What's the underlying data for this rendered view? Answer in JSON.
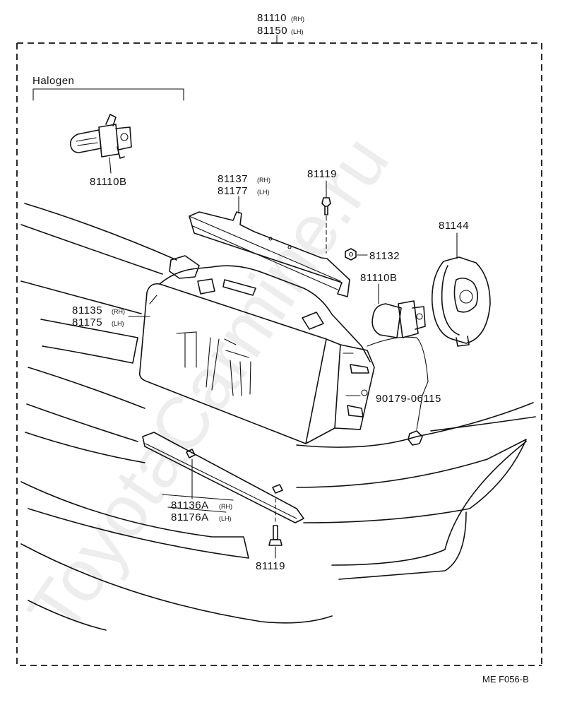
{
  "header": {
    "assembly_rh": "81110",
    "assembly_rh_side": "(RH)",
    "assembly_lh": "81150",
    "assembly_lh_side": "(LH)"
  },
  "group": {
    "label": "Halogen"
  },
  "parts": {
    "bulb_inset": "81110B",
    "bracket_upper_rh": "81137",
    "bracket_upper_rh_side": "(RH)",
    "bracket_upper_lh": "81177",
    "bracket_upper_lh_side": "(LH)",
    "screw_top": "81119",
    "nut": "81132",
    "socket_cover": "81144",
    "bulb": "81110B",
    "unit_rh": "81135",
    "unit_rh_side": "(RH)",
    "unit_lh": "81175",
    "unit_lh_side": "(LH)",
    "clip": "90179-06115",
    "bracket_lower_rh": "81136A",
    "bracket_lower_rh_side": "(RH)",
    "bracket_lower_lh": "81176A",
    "bracket_lower_lh_side": "(LH)",
    "screw_bottom": "81119"
  },
  "footer": {
    "figure_code": "ME F056-B"
  },
  "watermark": {
    "text": "ToyotaCarmine.ru"
  }
}
